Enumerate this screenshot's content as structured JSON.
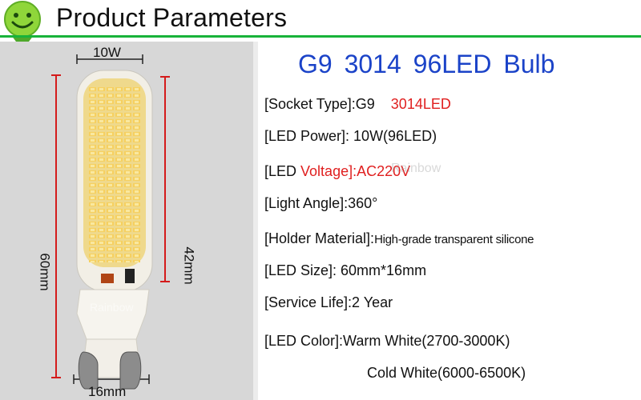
{
  "header": {
    "title": "Product  Parameters"
  },
  "dimensions": {
    "width_top": "10W",
    "width_bottom": "16mm",
    "total_length": "60mm",
    "led_length": "42mm"
  },
  "watermark": {
    "left": "Rainbow",
    "right": "Rainbow"
  },
  "specs": {
    "title": "G9  3014 96LED Bulb",
    "socket_label": "[Socket Type]:G9",
    "socket_extra": "3014LED",
    "power": "[LED  Power]: 10W(96LED)",
    "voltage_label": "[LED  ",
    "voltage_label_red": "Voltage]:",
    "voltage_value": "AC220V",
    "angle": "[Light   Angle]:360°",
    "material_label": "[Holder Material]:",
    "material_value": "High-grade transparent silicone",
    "size": "[LED Size]: 60mm*16mm",
    "life": "[Service Life]:2 Year",
    "color_warm": "[LED Color]:Warm White(2700-3000K)",
    "color_cold": "Cold  White(6000-6500K)"
  },
  "colors": {
    "header_rule": "#18b33a",
    "title_blue": "#1b43c8",
    "accent_red": "#e01f1f",
    "panel_gray": "#d7d7d7"
  }
}
